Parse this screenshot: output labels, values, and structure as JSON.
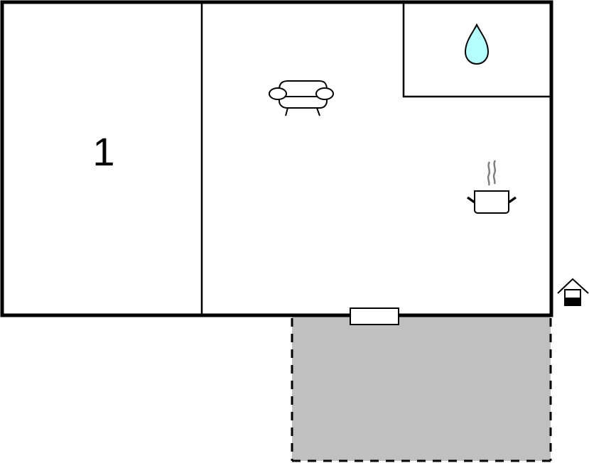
{
  "floorplan": {
    "rooms": [
      {
        "id": "bedroom",
        "label": "1",
        "type": "bedroom"
      },
      {
        "id": "living-kitchen",
        "label": "",
        "type": "living-room-kitchen"
      },
      {
        "id": "bathroom",
        "label": "",
        "type": "bathroom"
      }
    ],
    "terrace": {
      "type": "terrace",
      "fill": "#c0c0c0",
      "border": "dashed"
    },
    "icons": [
      {
        "name": "sofa-icon",
        "room": "living-kitchen"
      },
      {
        "name": "water-drop-icon",
        "room": "bathroom",
        "color": "#b3ffff"
      },
      {
        "name": "cooking-pot-icon",
        "room": "living-kitchen"
      },
      {
        "name": "entrance-house-icon",
        "location": "outside-right"
      },
      {
        "name": "door-icon",
        "location": "bottom-wall"
      }
    ],
    "colors": {
      "wall": "#000000",
      "terrace": "#c0c0c0",
      "water": "#b3ffff",
      "steam": "#808080"
    }
  }
}
